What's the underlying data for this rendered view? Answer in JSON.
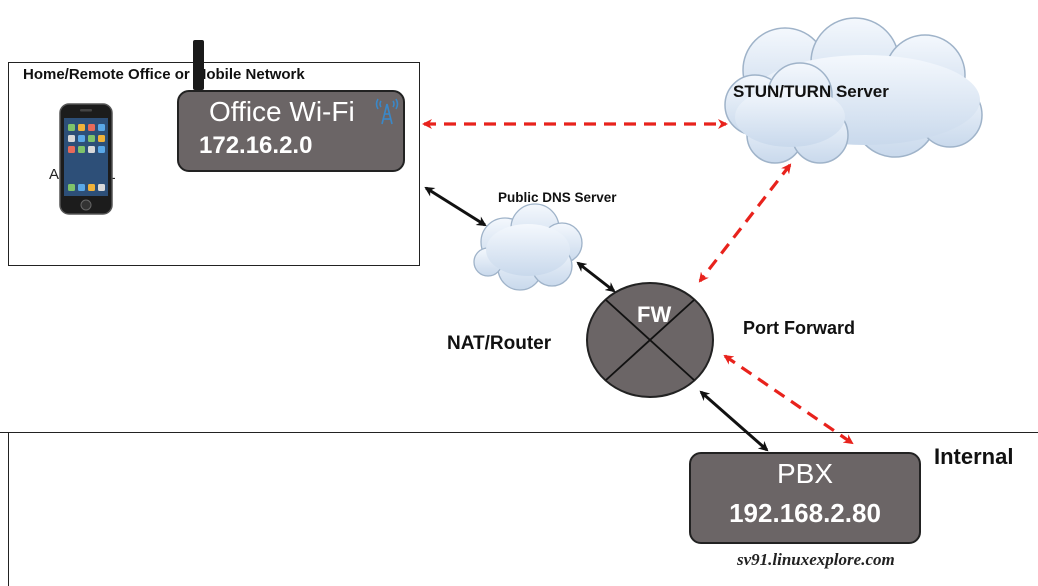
{
  "remote_network": {
    "title": "Home/Remote Office or Mobile Network",
    "phone_label": "Account 1",
    "wifi_name": "Office Wi-Fi",
    "wifi_ip": "172.16.2.0"
  },
  "cloud_labels": {
    "stun_turn": "STUN/TURN Server",
    "public_dns": "Public DNS Server"
  },
  "router": {
    "fw_label": "FW",
    "nat_label": "NAT/Router",
    "port_forward_label": "Port Forward"
  },
  "internal": {
    "label": "Internal",
    "pbx_name": "PBX",
    "pbx_ip": "192.168.2.80"
  },
  "footer": {
    "site": "sv91.linuxexplore.com"
  },
  "colors": {
    "device_fill": "#6b6566",
    "dashed_arrow": "#e8221c",
    "solid_arrow": "#111111",
    "cloud_fill": "#dde8f5",
    "cloud_stroke": "#9fb3c9"
  },
  "icons": {
    "phone": "smartphone-icon",
    "signal": "signal-tower-icon"
  }
}
